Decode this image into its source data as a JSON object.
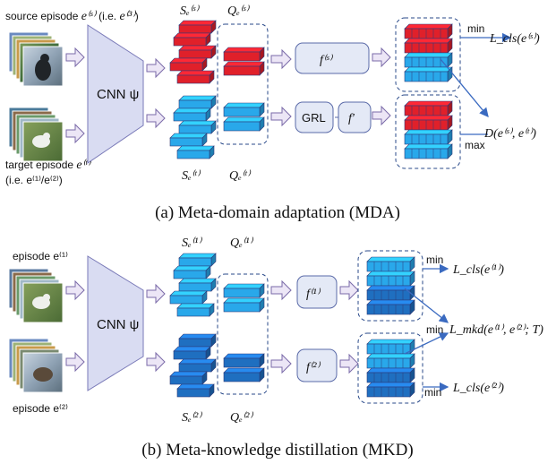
{
  "colors": {
    "red_block": "#e0202a",
    "light_blue_block": "#29a8ea",
    "dark_blue_block": "#1f6fc0",
    "cnn_fill": "#d9dcf2",
    "module_fill": "#e4e9f6",
    "arrow_fill": "#ece6f6",
    "line_blue": "#3a6ac0"
  },
  "mda": {
    "source_label_prefix": "source episode",
    "source_label_math": "e⁽ˢ⁾",
    "source_label_suffix": "(i.e.",
    "source_label_math2": "e⁽³⁾",
    "source_label_close": ")",
    "target_label_line1": "target episode",
    "target_label_math": "e⁽ᵗ⁾",
    "target_label_line2": "(i.e. e⁽¹⁾/e⁽²⁾)",
    "cnn": "CNN ψ",
    "support_top": "Sₑ⁽ˢ⁾",
    "query_top": "Qₑ⁽ˢ⁾",
    "support_bottom": "Sₑ⁽ᵗ⁾",
    "query_bottom": "Qₑ⁽ᵗ⁾",
    "f_source": "f⁽ˢ⁾",
    "grl": "GRL",
    "f_prime": "f′",
    "min_label": "min",
    "max_label": "max",
    "loss_cls": "L_cls(e⁽ˢ⁾)",
    "loss_domain": "D(e⁽ˢ⁾, e⁽ᵗ⁾)",
    "caption": "(a)  Meta-domain adaptation (MDA)"
  },
  "mkd": {
    "episode1_label": "episode e⁽¹⁾",
    "episode2_label": "episode e⁽²⁾",
    "cnn": "CNN ψ",
    "support_top": "Sₑ⁽¹⁾",
    "query_top": "Qₑ⁽¹⁾",
    "support_bottom": "Sₑ⁽²⁾",
    "query_bottom": "Qₑ⁽²⁾",
    "f1": "f⁽¹⁾",
    "f2": "f⁽²⁾",
    "min_top": "min",
    "min_mid": "min",
    "min_bottom": "min",
    "loss_cls1": "L_cls(e⁽¹⁾)",
    "loss_mkd": "L_mkd(e⁽¹⁾, e⁽²⁾; T)",
    "loss_cls2": "L_cls(e⁽²⁾)",
    "caption": "(b)  Meta-knowledge distillation (MKD)"
  }
}
